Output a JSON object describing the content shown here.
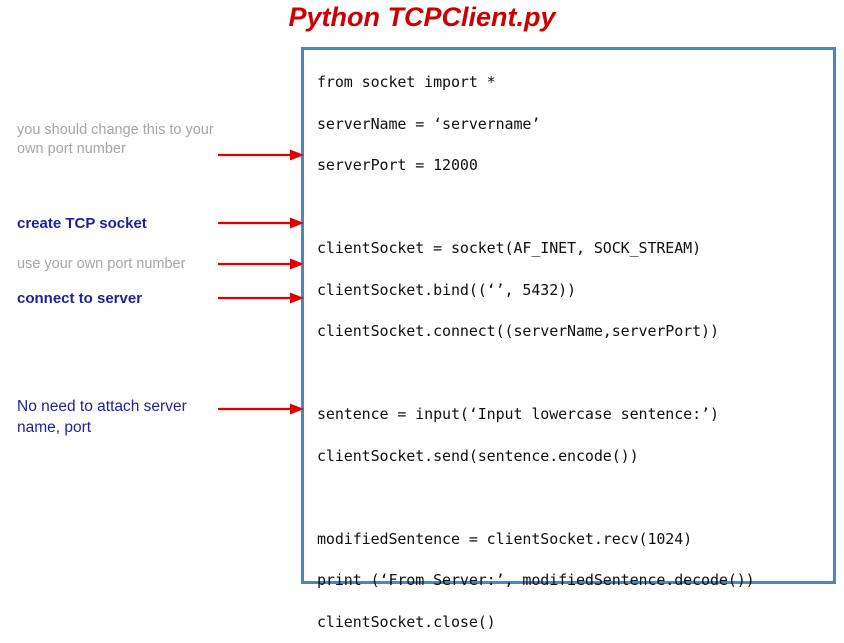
{
  "slide": {
    "title": "Python TCPClient.py",
    "title_color": "#CC0000",
    "panel_border_color": "#4A86C5",
    "arrow_color": "#E00000",
    "annotation_blue": "#1F1F9E",
    "annotation_gray": "#A6A6A6"
  },
  "code": {
    "language": "python",
    "lines": [
      "from socket import *",
      "serverName = ‘servername’",
      "serverPort = 12000",
      "",
      "clientSocket = socket(AF_INET, SOCK_STREAM)",
      "clientSocket.bind((‘’, 5432))",
      "clientSocket.connect((serverName,serverPort))",
      "",
      "sentence = input(‘Input lowercase sentence:’)",
      "clientSocket.send(sentence.encode())",
      "",
      "modifiedSentence = clientSocket.recv(1024)",
      "print (‘From Server:’, modifiedSentence.decode())",
      "clientSocket.close()"
    ]
  },
  "annotations": [
    {
      "id": "change-port",
      "text": "you should change this to your\nown port number",
      "style": "gray",
      "target_line": "serverPort = 12000"
    },
    {
      "id": "create-tcp-socket",
      "text": "create TCP socket",
      "style": "blue-bold",
      "target_line": "clientSocket = socket(AF_INET, SOCK_STREAM)"
    },
    {
      "id": "use-own-port",
      "text": "use your own port number",
      "style": "gray",
      "target_line": "clientSocket.bind((‘’, 5432))"
    },
    {
      "id": "connect-to-server",
      "text": "connect to server",
      "style": "blue-bold",
      "target_line": "clientSocket.connect((serverName,serverPort))"
    },
    {
      "id": "no-need-attach",
      "text": "No need to attach server\nname, port",
      "style": "blue",
      "target_line": "clientSocket.send(sentence.encode())"
    }
  ]
}
